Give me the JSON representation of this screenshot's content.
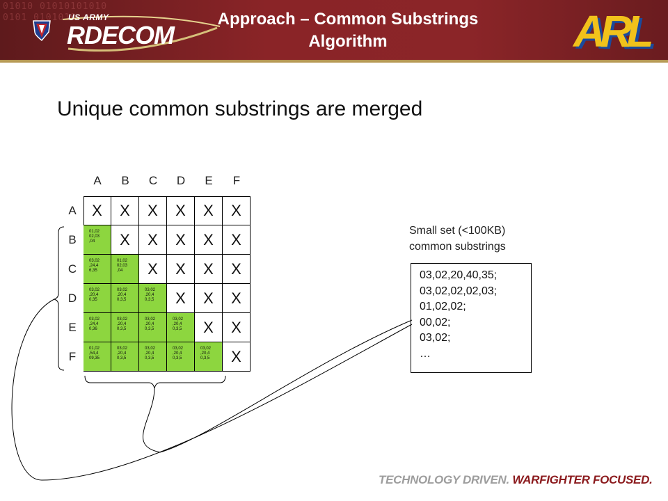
{
  "header": {
    "title_line1": "Approach – Common Substrings",
    "title_line2": "Algorithm",
    "logo_left_small": "US ARMY",
    "logo_left_main": "RDECOM",
    "logo_right": "ARL",
    "binary_bg": "01010 01010101010\n0101 0101010"
  },
  "heading": "Unique common substrings are merged",
  "matrix": {
    "columns": [
      "A",
      "B",
      "C",
      "D",
      "E",
      "F"
    ],
    "rows": [
      "A",
      "B",
      "C",
      "D",
      "E",
      "F"
    ],
    "x_mark": "X",
    "cells": [
      [
        "X",
        "X",
        "X",
        "X",
        "X",
        "X"
      ],
      [
        "01,02\n02,03\n,04",
        "X",
        "X",
        "X",
        "X",
        "X"
      ],
      [
        "03,02\n,24,4\n6,35",
        "01,02\n02,03\n,04",
        "X",
        "X",
        "X",
        "X"
      ],
      [
        "03,02\n,20,4\n0,35",
        "03,02\n,20,4\n0,3,5",
        "03,02\n,20,4\n0,3,5",
        "X",
        "X",
        "X"
      ],
      [
        "03,02\n,24,4\n0,36",
        "03,02\n,20,4\n0,3,5",
        "03,02\n,20,4\n0,3,5",
        "03,02\n,20,4\n0,3,5",
        "X",
        "X"
      ],
      [
        "01,02\n,54,4\n09,35",
        "03,02\n,20,4\n0,3,5",
        "03,02\n,20,4\n0,3,5",
        "03,02\n,20,4\n0,3,5",
        "03,02\n,20,4\n0,3,5",
        "X"
      ]
    ],
    "fill_color": "#8dd63f"
  },
  "small_set": {
    "line1": "Small set (<100KB)",
    "line2": "common substrings"
  },
  "substrings": [
    "03,02,20,40,35;",
    "03,02,02,02,03;",
    "01,02,02;",
    "00,02;",
    "03,02;",
    "…"
  ],
  "footer": {
    "part1": "TECHNOLOGY DRIVEN.",
    "part2": "WARFIGHTER FOCUSED."
  },
  "colors": {
    "banner": "#8a2427",
    "gold": "#b79a55",
    "green": "#8dd63f",
    "tagline_red": "#8b1a1d",
    "tagline_gray": "#9d9d9d"
  }
}
